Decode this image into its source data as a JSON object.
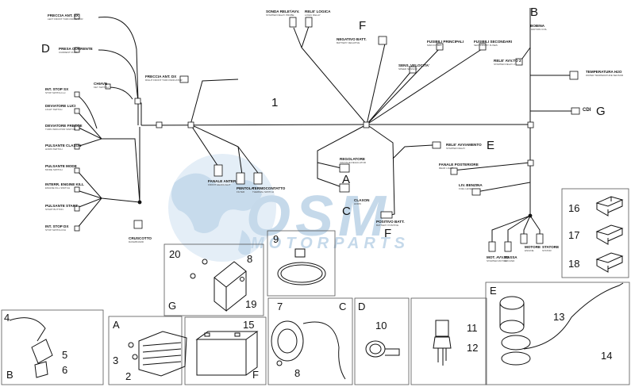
{
  "watermark": {
    "brand": "OSM",
    "sub": "MOTORPARTS"
  },
  "main_number": "1",
  "callouts": {
    "B_top": "B",
    "D": "D",
    "F_top": "F",
    "G_cdi": "G",
    "E_mid": "E",
    "A_mid": "A",
    "C_mid": "C",
    "F_mid": "F"
  },
  "left_labels": [
    {
      "text": "FRECCIA ANT. SX",
      "sub": "LEFT FRONT TURN INDICATOR"
    },
    {
      "text": "PRESA CORRENTE",
      "sub": "CURRENT PLUG"
    },
    {
      "text": "CHIAVE",
      "sub": "KEY SWITCH"
    },
    {
      "text": "INT. STOP SX",
      "sub": "STOP SWITCH LH"
    },
    {
      "text": "DEVIATORE LUCI",
      "sub": "LIGHT SWITCH"
    },
    {
      "text": "DEVIATORE FRECCE",
      "sub": "TURN INDICATOR SWITCH"
    },
    {
      "text": "PULSANTE CLAXON",
      "sub": "HORN SWITCH"
    },
    {
      "text": "PULSANTE MODE",
      "sub": "MODE SWITCH"
    },
    {
      "text": "INTERR. ENGINE KILL",
      "sub": "ENGINE KILL SWITCH"
    },
    {
      "text": "PULSANTE START",
      "sub": "START BUTTON"
    },
    {
      "text": "INT. STOP DX",
      "sub": "STOP SWITCH RH"
    }
  ],
  "cruscotto": {
    "text": "CRUSCOTTO",
    "sub": "DASHBOARD"
  },
  "center_labels": {
    "freccia_ant_dx": {
      "text": "FRECCIA ANT. DX",
      "sub": "RIGHT FRONT TURN INDICATOR"
    },
    "fanale_anter": {
      "text": "FANALE ANTER.",
      "sub": "FRONT HEADLIGHT"
    },
    "pentola": {
      "text": "PENTOLA",
      "sub": "FILTER"
    },
    "termocontatto": {
      "text": "TERMOCONTATTO",
      "sub": "THERMAL SWITCH"
    },
    "sonda_rele": {
      "text": "SONDA RELE'/AVV.",
      "sub": "STARTER RELAY PROBE"
    },
    "rele_logica": {
      "text": "RELE' LOGICA",
      "sub": "LOGIC RELAY"
    },
    "negativo_batt": {
      "text": "NEGATIVO BATT.",
      "sub": "BATTERY NEGATIVE"
    },
    "fusibili_principali": {
      "text": "FUSIBILI PRINCIPALI",
      "sub": "MAIN FUSES"
    },
    "fusibili_secondari": {
      "text": "FUSIBILI SECONDARI",
      "sub": "SECONDARY FUSES"
    },
    "sens_velocita": {
      "text": "SENS. VELOCITA'",
      "sub": "SPEED SENSOR"
    },
    "regolatore": {
      "text": "REGOLATORE",
      "sub": "VOLTAGE REGULATOR"
    },
    "claxon": {
      "text": "CLAXON",
      "sub": "HORN"
    },
    "positivo_batt": {
      "text": "POSITIVO BATT.",
      "sub": "BATTERY POSITIVE"
    },
    "rele_avviamento": {
      "text": "RELE' AVVIAMENTO",
      "sub": "STARTER RELAY"
    }
  },
  "right_labels": {
    "bobina": {
      "text": "BOBINA",
      "sub": "IGNITION COIL"
    },
    "rele_avv_2": {
      "text": "RELE' AVV.TO 2",
      "sub": "STARTER RELAY 2"
    },
    "temperatura": {
      "text": "TEMPERATURA H2O",
      "sub": "WATER TEMPERATURE SENSOR"
    },
    "cdi": {
      "text": "CDI"
    },
    "fanale_posteriore": {
      "text": "FANALE POSTERIORE",
      "sub": "REAR LIGHT"
    },
    "liv_benzina": {
      "text": "LIV. BENZINA",
      "sub": "FUEL LEVEL"
    },
    "mot_avv": {
      "text": "MOT. AVV.TO",
      "sub": "STARTER MOTOR"
    },
    "massa": {
      "text": "MASSA",
      "sub": "GROUND"
    },
    "motore": {
      "text": "MOTORE",
      "sub": "ENGINE"
    },
    "statore": {
      "text": "STATORE",
      "sub": "STATOR"
    }
  },
  "panels": {
    "fuses": [
      "16",
      "17",
      "18"
    ],
    "clamp": {
      "num": "9"
    },
    "regbracket": {
      "nums": [
        "20",
        "8",
        "19"
      ],
      "letter": "G"
    },
    "coil": {
      "nums": [
        "4",
        "5",
        "6"
      ],
      "letter": "B"
    },
    "regulator": {
      "nums": [
        "3",
        "2"
      ],
      "letter": "A"
    },
    "battery": {
      "nums": [
        "15"
      ],
      "letter": "F"
    },
    "horn": {
      "nums": [
        "7",
        "8"
      ],
      "letter": "C"
    },
    "socket": {
      "nums": [
        "10"
      ],
      "letter": "D"
    },
    "relay": {
      "nums": [
        "11",
        "12"
      ]
    },
    "keyswitch": {
      "nums": [
        "13",
        "14"
      ],
      "letter": "E"
    }
  }
}
